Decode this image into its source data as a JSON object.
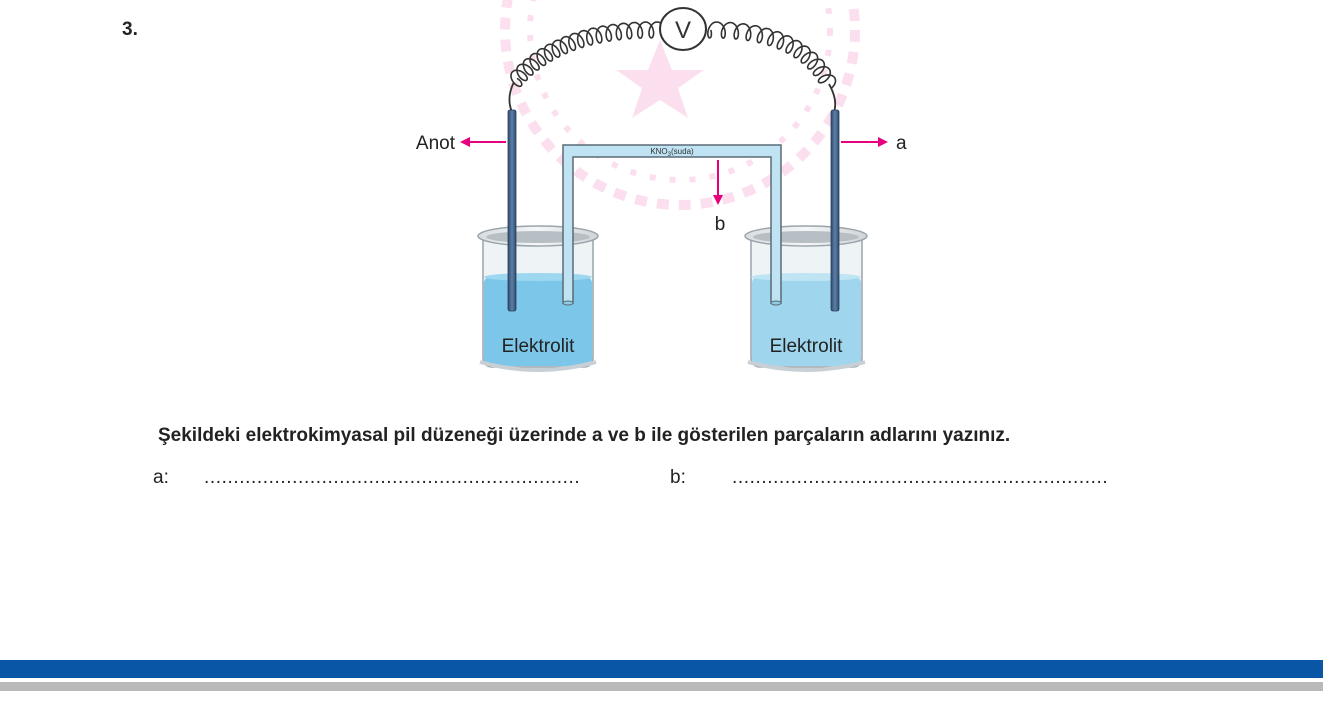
{
  "question_number": "3.",
  "diagram": {
    "voltmeter_symbol": "V",
    "label_anode": "Anot",
    "label_a": "a",
    "label_b": "b",
    "salt_bridge_label": "KNO",
    "salt_bridge_subscript": "3",
    "salt_bridge_state": "(suda)",
    "left_beaker_label": "Elektrolit",
    "right_beaker_label": "Elektrolit",
    "colors": {
      "arrow": "#e6007e",
      "electrode": "#3e5e86",
      "salt_bridge": "#bfe3f3",
      "left_solution": "#7cc7e9",
      "right_solution": "#9fd6ee",
      "wire": "#333333"
    }
  },
  "question_text": "Şekildeki elektrokimyasal pil düzeneği üzerinde a ve b ile gösterilen parçaların adlarını yazınız.",
  "answers": {
    "a_label": "a:",
    "a_line": "................................................................",
    "b_label": "b:",
    "b_line": "................................................................"
  },
  "footer": {
    "blue": "#0a56a6",
    "gray": "#b9b9b9"
  }
}
